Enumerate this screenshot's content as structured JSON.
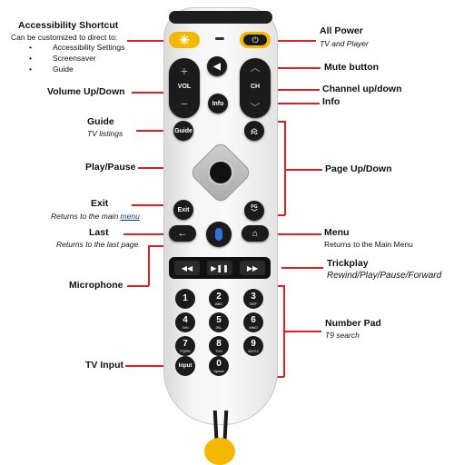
{
  "labels": {
    "accessibility_title": "Accessibility Shortcut",
    "accessibility_desc": "Can be customized to direct to:",
    "accessibility_items": [
      "Accessibility Settings",
      "Screensaver",
      "Guide"
    ],
    "all_power": "All Power",
    "all_power_sub": "TV and Player",
    "mute": "Mute button",
    "volume": "Volume Up/Down",
    "channel": "Channel up/down",
    "info": "Info",
    "guide": "Guide",
    "guide_sub": "TV listings",
    "play_pause": "Play/Pause",
    "page": "Page Up/Down",
    "exit": "Exit",
    "exit_sub_prefix": "Returns to the main ",
    "exit_sub_link": "menu",
    "last": "Last",
    "last_sub": "Returns to the last page",
    "menu": "Menu",
    "menu_sub": "Returns to the Main Menu",
    "trickplay": "Trickplay",
    "trickplay_sub": "Rewind/Play/Pause/Forward",
    "microphone": "Microphone",
    "number_pad": "Number Pad",
    "number_pad_sub": "T9 search",
    "tv_input": "TV Input"
  },
  "remote": {
    "vol": "VOL",
    "ch": "CH",
    "info": "Info",
    "guide": "Guide",
    "pg": "PG",
    "exit": "Exit",
    "input": "Input",
    "keys": [
      {
        "d": "1",
        "s": ""
      },
      {
        "d": "2",
        "s": "ABC"
      },
      {
        "d": "3",
        "s": "DEF"
      },
      {
        "d": "4",
        "s": "GHI"
      },
      {
        "d": "5",
        "s": "JKL"
      },
      {
        "d": "6",
        "s": "MNO"
      },
      {
        "d": "7",
        "s": "PQRS"
      },
      {
        "d": "8",
        "s": "TUV"
      },
      {
        "d": "9",
        "s": "WXYZ"
      },
      {
        "d": "0",
        "s": "Space"
      }
    ]
  },
  "colors": {
    "accent_line": "#e02020",
    "accessibility_button": "#f5b800",
    "power_button_ring": "#f5b800",
    "mic_button": "#2f6fd8",
    "button": "#1b1b1b"
  }
}
